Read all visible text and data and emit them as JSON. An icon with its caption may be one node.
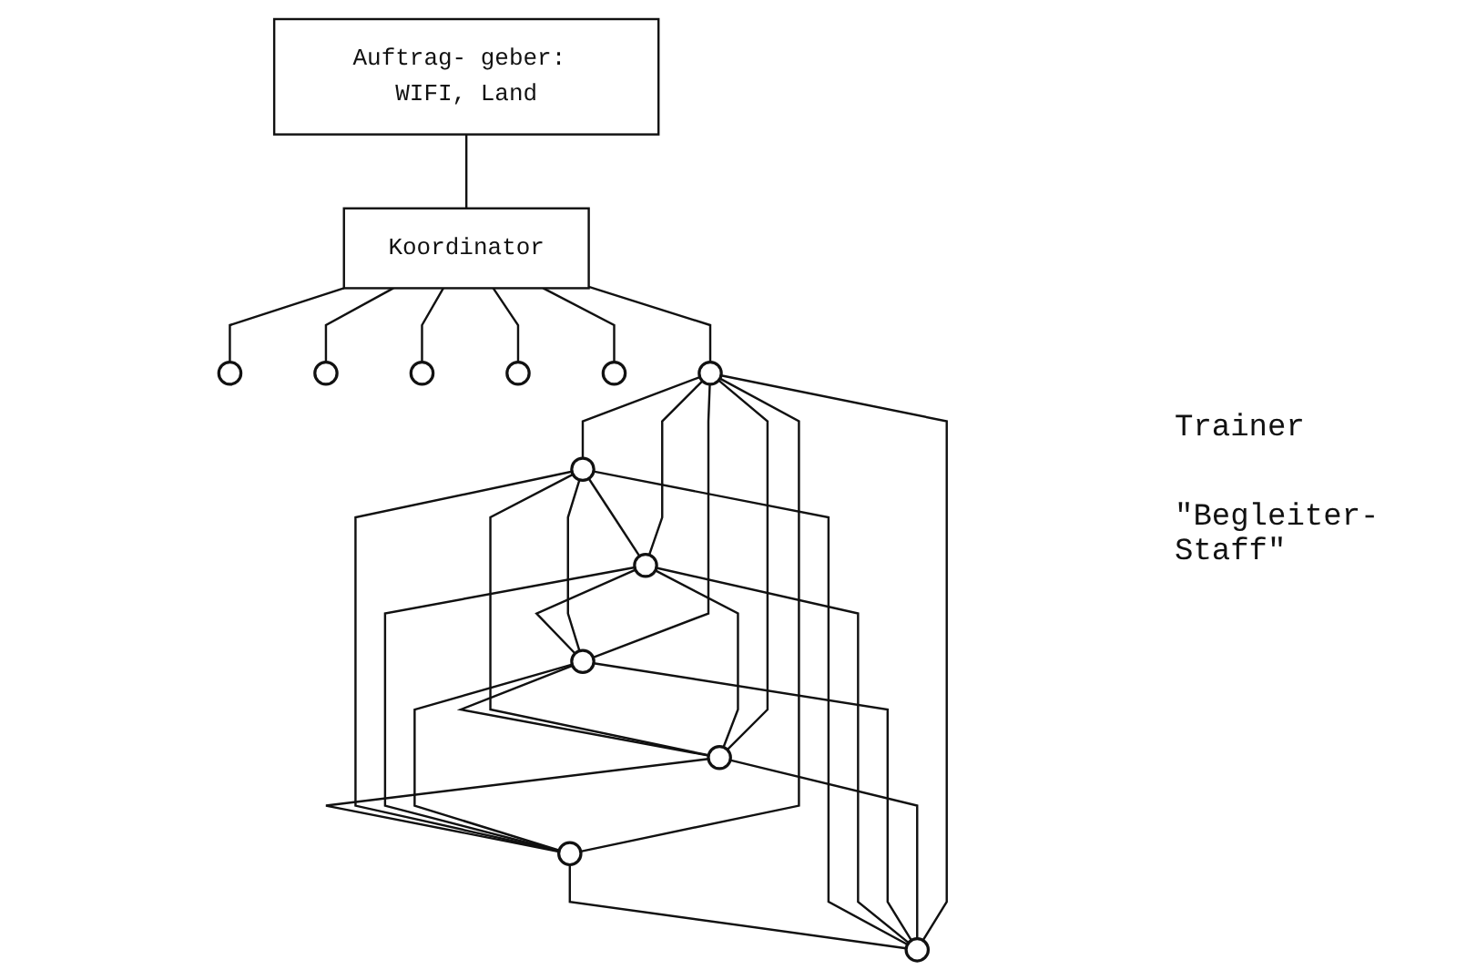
{
  "diagram": {
    "nodes": [
      {
        "text": [
          "Auftrag- geber: WIFI, Land"
        ]
      },
      {
        "text": [
          "Koordinator"
        ]
      },
      {
        "text": [],
        "shape": "circle"
      },
      {
        "text": [],
        "shape": "circle"
      },
      {
        "text": [],
        "shape": "circle"
      },
      {
        "text": [],
        "shape": "circle"
      },
      {
        "text": [],
        "shape": "circle"
      },
      {
        "text": [],
        "shape": "circle"
      },
      {
        "text": [],
        "shape": "circle"
      },
      {
        "text": [],
        "shape": "circle"
      },
      {
        "text": [],
        "shape": "circle"
      },
      {
        "text": [],
        "shape": "circle"
      },
      {
        "text": [],
        "shape": "circle"
      },
      {
        "text": [],
        "shape": "circle"
      }
    ],
    "edges": [
      {
        "from": 0,
        "to": 1,
        "arrow": "none"
      },
      {
        "from": 1,
        "to": 2,
        "arrow": "none"
      },
      {
        "from": 1,
        "to": 3,
        "arrow": "none"
      },
      {
        "from": 1,
        "to": 4,
        "arrow": "none"
      },
      {
        "from": 1,
        "to": 5,
        "arrow": "none"
      },
      {
        "from": 1,
        "to": 6,
        "arrow": "none"
      },
      {
        "from": 1,
        "to": 9,
        "arrow": "none"
      },
      {
        "from": 7,
        "to": 8,
        "arrow": "none"
      },
      {
        "from": 8,
        "to": 10,
        "arrow": "none"
      },
      {
        "from": 10,
        "to": 12,
        "arrow": "none"
      },
      {
        "from": 12,
        "to": 13,
        "arrow": "none"
      },
      {
        "from": 13,
        "to": 11,
        "arrow": "none"
      },
      {
        "from": 11,
        "to": 9,
        "arrow": "none"
      },
      {
        "from": 9,
        "to": 7,
        "arrow": "none"
      },
      {
        "from": 7,
        "to": 10,
        "arrow": "none"
      },
      {
        "from": 7,
        "to": 12,
        "arrow": "none"
      },
      {
        "from": 7,
        "to": 13,
        "arrow": "none"
      },
      {
        "from": 7,
        "to": 11,
        "arrow": "none"
      },
      {
        "from": 8,
        "to": 12,
        "arrow": "none"
      },
      {
        "from": 8,
        "to": 13,
        "arrow": "none"
      },
      {
        "from": 8,
        "to": 11,
        "arrow": "none"
      },
      {
        "from": 8,
        "to": 9,
        "arrow": "none"
      },
      {
        "from": 10,
        "to": 13,
        "arrow": "none"
      },
      {
        "from": 10,
        "to": 11,
        "arrow": "none"
      },
      {
        "from": 10,
        "to": 9,
        "arrow": "none"
      },
      {
        "from": 12,
        "to": 11,
        "arrow": "none"
      },
      {
        "from": 12,
        "to": 9,
        "arrow": "none"
      },
      {
        "from": 13,
        "to": 9,
        "arrow": "none"
      }
    ],
    "labels": [
      "Trainer",
      "\"Begleiter- Staff\""
    ]
  }
}
